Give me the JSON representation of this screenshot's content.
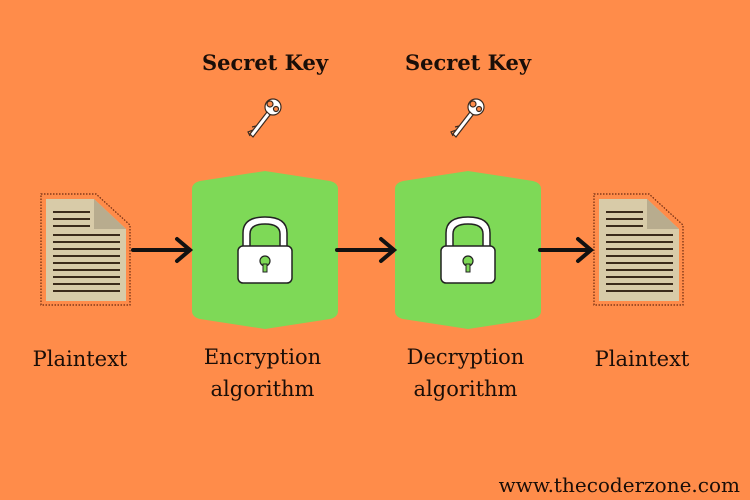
{
  "diagram": {
    "type": "symmetric-encryption-flow",
    "colors": {
      "background": "#FF8C4A",
      "algorithm_box": "#7ED957",
      "document_paper": "#D8CBA8",
      "document_fold": "#B8AC8E",
      "arrow": "#111111",
      "text": "#1a0e08"
    },
    "keys": [
      {
        "label": "Secret Key",
        "icon": "key-icon"
      },
      {
        "label": "Secret Key",
        "icon": "key-icon"
      }
    ],
    "nodes": [
      {
        "id": "plaintext-in",
        "icon": "document-icon",
        "label_lines": [
          "Plaintext"
        ]
      },
      {
        "id": "encryption",
        "icon": "lock-icon",
        "label_lines": [
          "Encryption",
          "algorithm"
        ]
      },
      {
        "id": "decryption",
        "icon": "lock-icon",
        "label_lines": [
          "Decryption",
          "algorithm"
        ]
      },
      {
        "id": "plaintext-out",
        "icon": "document-icon",
        "label_lines": [
          "Plaintext"
        ]
      }
    ],
    "edges": [
      {
        "from": "plaintext-in",
        "to": "encryption"
      },
      {
        "from": "encryption",
        "to": "decryption"
      },
      {
        "from": "decryption",
        "to": "plaintext-out"
      }
    ],
    "footer": {
      "watermark": "www.thecoderzone.com"
    }
  }
}
